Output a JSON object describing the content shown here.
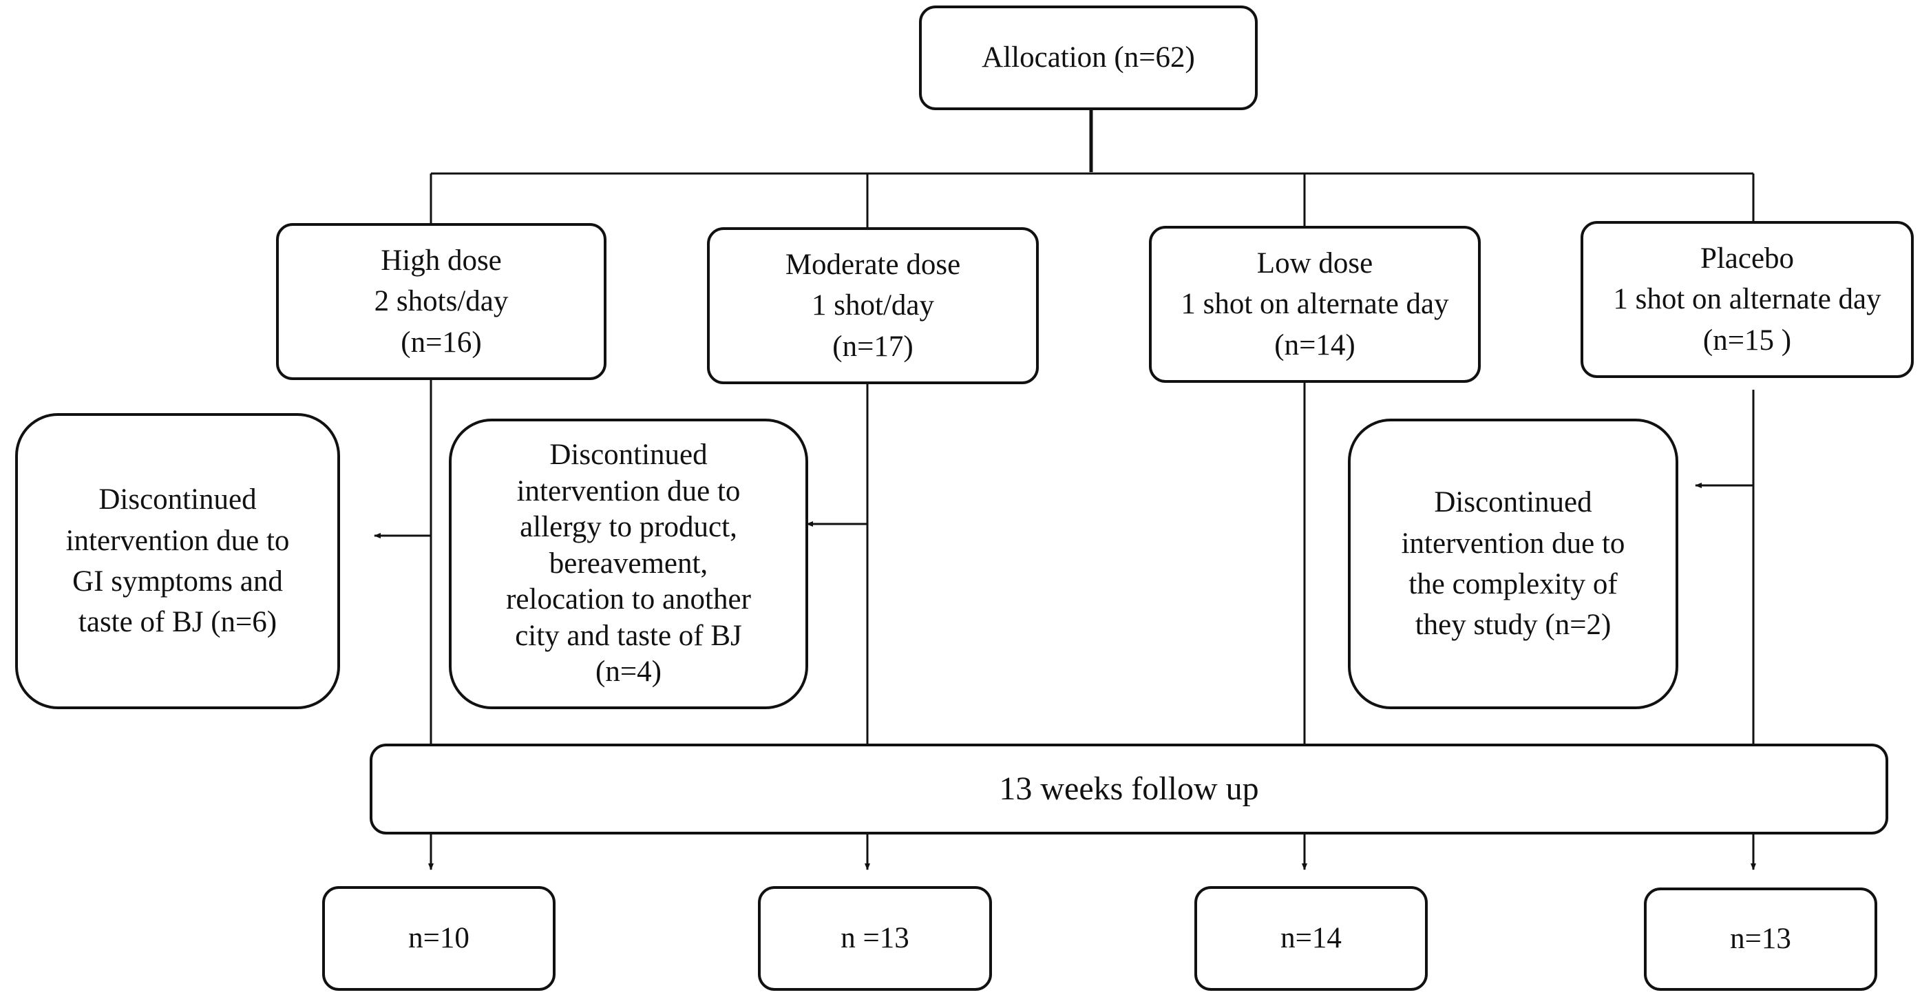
{
  "allocation": {
    "label": "Allocation (n=62)"
  },
  "arms": [
    {
      "name": "High dose",
      "dose": "2 shots/day",
      "n": "(n=16)"
    },
    {
      "name": "Moderate dose",
      "dose": "1 shot/day",
      "n": "(n=17)"
    },
    {
      "name": "Low dose",
      "dose": "1 shot on alternate day",
      "n": "(n=14)"
    },
    {
      "name": "Placebo",
      "dose": "1 shot on alternate day",
      "n": "(n=15 )"
    }
  ],
  "discontinued": {
    "high": [
      "Discontinued",
      "intervention due to",
      "GI symptoms and",
      "taste of BJ  (n=6)"
    ],
    "moderate": [
      "Discontinued",
      "intervention due to",
      "allergy to product,",
      "bereavement,",
      "relocation to another",
      "city and taste of BJ",
      "(n=4)"
    ],
    "placebo": [
      "Discontinued",
      "intervention due to",
      "the complexity of",
      "they study (n=2)"
    ]
  },
  "followup": {
    "label": "13 weeks follow up"
  },
  "final": [
    "n=10",
    "n =13",
    "n=14",
    "n=13"
  ]
}
